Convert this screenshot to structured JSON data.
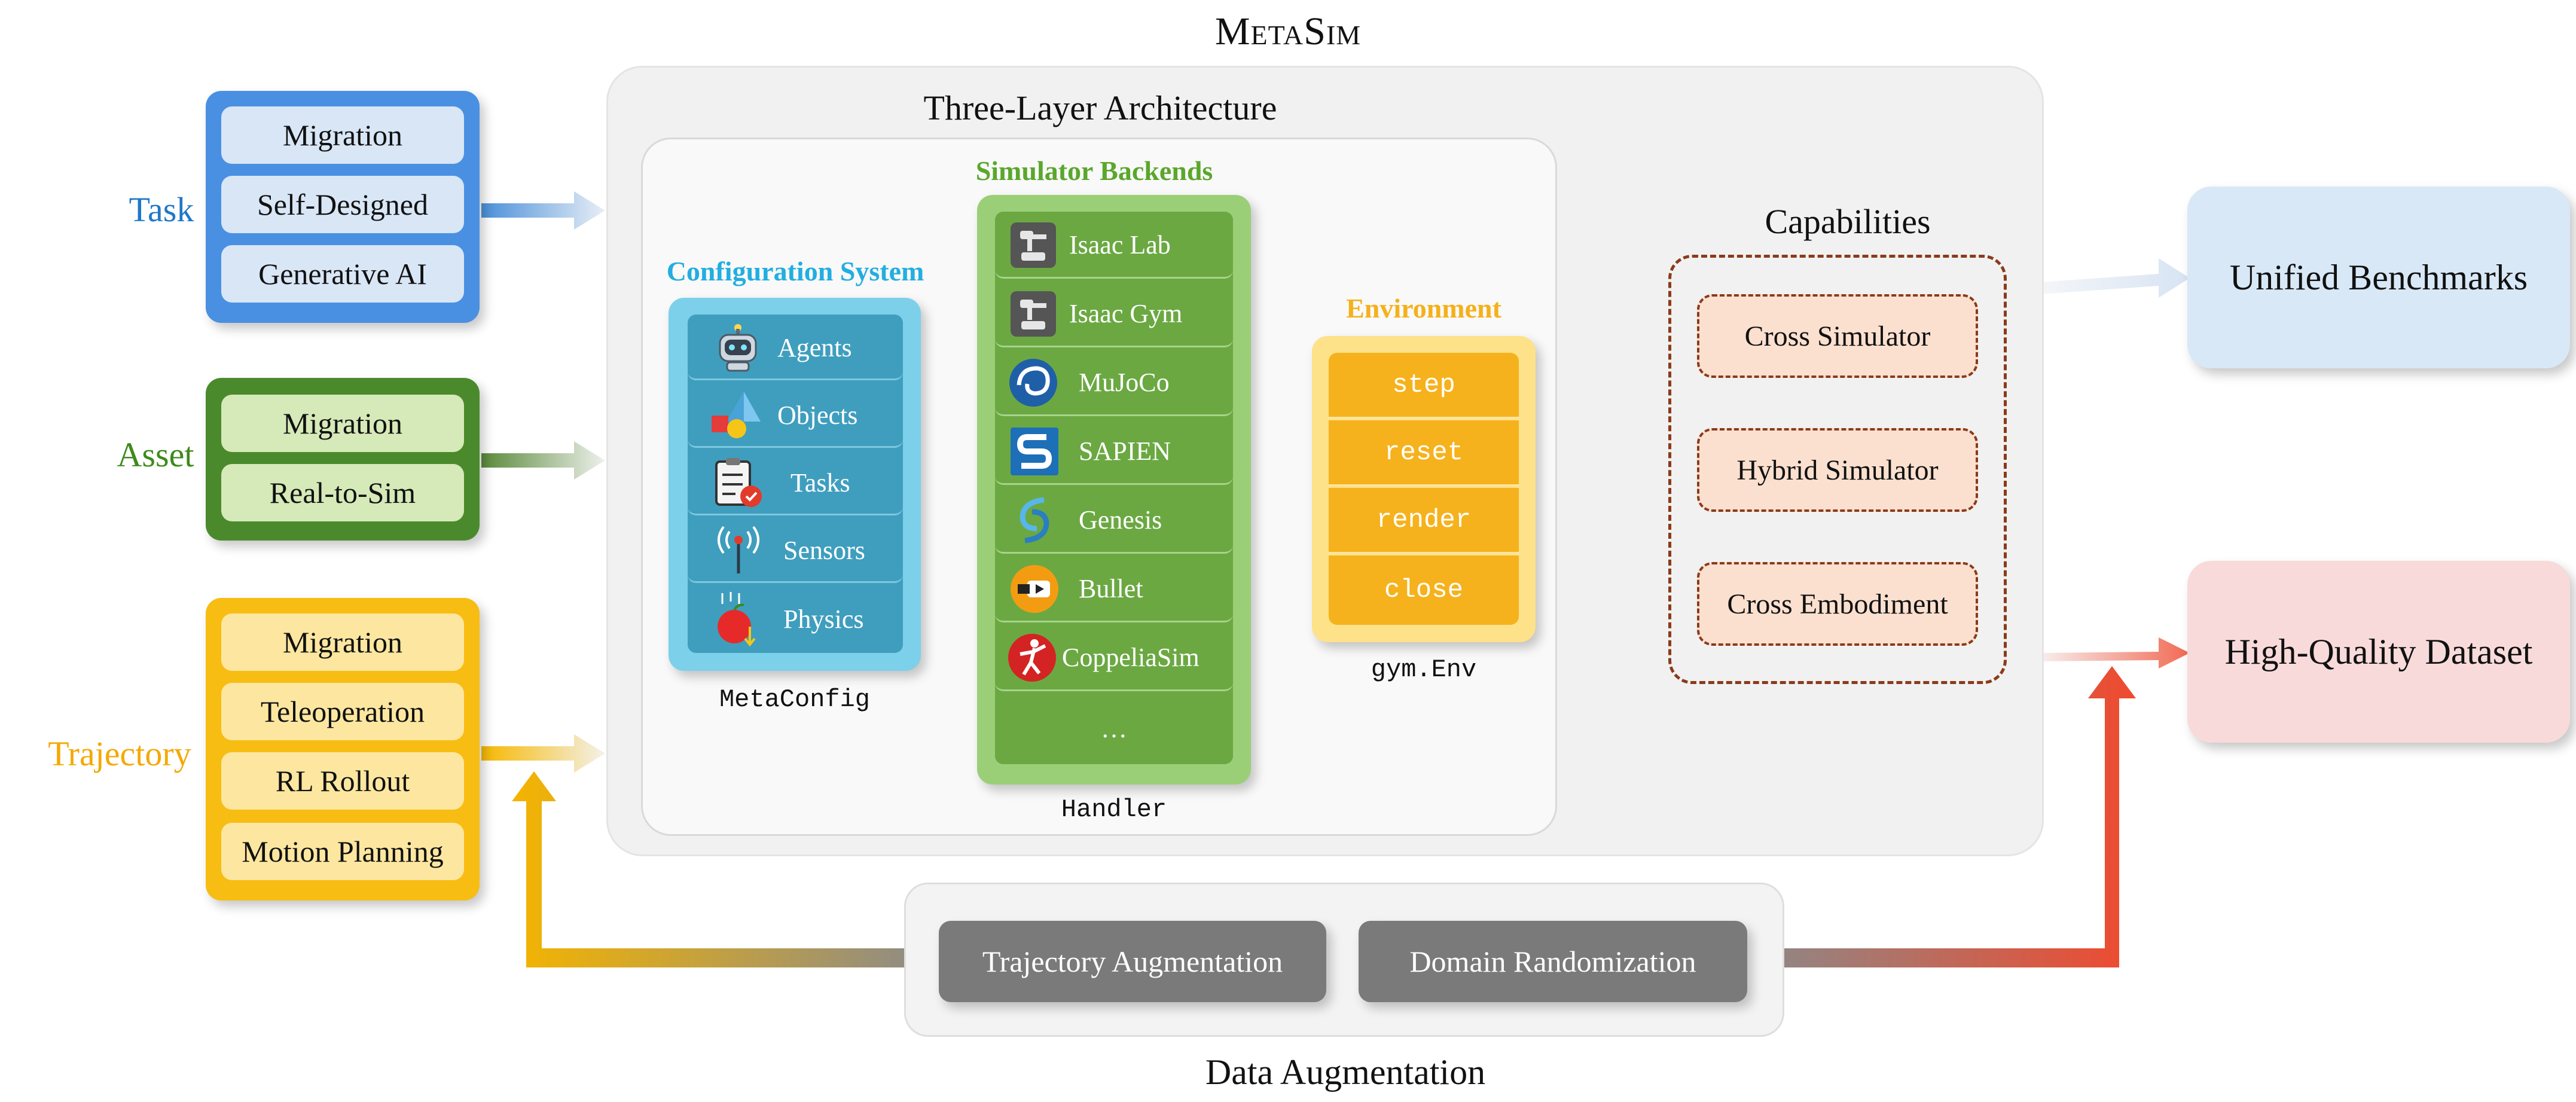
{
  "title": "MetaSim",
  "groups": {
    "task": {
      "label": "Task",
      "color": "#1f77c6",
      "items": [
        "Migration",
        "Self-Designed",
        "Generative AI"
      ]
    },
    "asset": {
      "label": "Asset",
      "color": "#3e8a1d",
      "items": [
        "Migration",
        "Real-to-Sim"
      ]
    },
    "trajectory": {
      "label": "Trajectory",
      "color": "#f5a800",
      "items": [
        "Migration",
        "Teleoperation",
        "RL Rollout",
        "Motion Planning"
      ]
    }
  },
  "architecture": {
    "title": "Three-Layer Architecture",
    "config": {
      "title": "Configuration System",
      "items": [
        {
          "label": "Agents",
          "icon": "robot-head-icon"
        },
        {
          "label": "Objects",
          "icon": "shapes-icon"
        },
        {
          "label": "Tasks",
          "icon": "clipboard-icon"
        },
        {
          "label": "Sensors",
          "icon": "antenna-icon"
        },
        {
          "label": "Physics",
          "icon": "falling-apple-icon"
        }
      ],
      "caption": "MetaConfig"
    },
    "simulators": {
      "title": "Simulator Backends",
      "items": [
        {
          "label": "Isaac Lab",
          "icon": "isaac-robot-icon"
        },
        {
          "label": "Isaac Gym",
          "icon": "isaac-robot-icon"
        },
        {
          "label": "MuJoCo",
          "icon": "mujoco-swirl-icon"
        },
        {
          "label": "SAPIEN",
          "icon": "sapien-s-icon"
        },
        {
          "label": "Genesis",
          "icon": "genesis-swirl-icon"
        },
        {
          "label": "Bullet",
          "icon": "bullet-icon"
        },
        {
          "label": "CoppeliaSim",
          "icon": "coppelia-figure-icon"
        },
        {
          "label": "…",
          "icon": ""
        }
      ],
      "caption": "Handler"
    },
    "environment": {
      "title": "Environment",
      "items": [
        "step",
        "reset",
        "render",
        "close"
      ],
      "caption": "gym.Env"
    }
  },
  "capabilities": {
    "title": "Capabilities",
    "items": [
      "Cross Simulator",
      "Hybrid Simulator",
      "Cross Embodiment"
    ]
  },
  "outputs": {
    "benchmarks": "Unified Benchmarks",
    "dataset": "High-Quality Dataset"
  },
  "augmentation": {
    "title": "Data Augmentation",
    "items": [
      "Trajectory Augmentation",
      "Domain Randomization"
    ]
  },
  "colors": {
    "config": "#22aee0",
    "simulator": "#5aa72c",
    "environment": "#f5b01a",
    "benchmarks_bg": "#d8e8f7",
    "dataset_bg": "#f9dada",
    "dataset_arrow": "#f04a2e"
  }
}
